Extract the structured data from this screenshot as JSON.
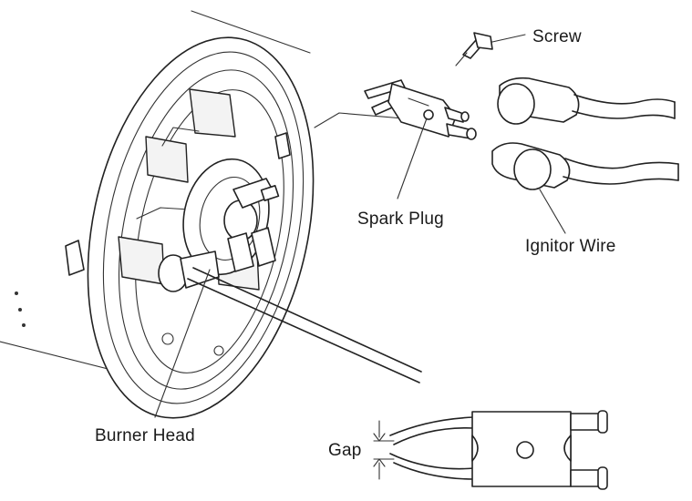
{
  "labels": {
    "screw": "Screw",
    "spark_plug": "Spark Plug",
    "ignitor_wire": "Ignitor Wire",
    "burner_head": "Burner Head",
    "gap": "Gap"
  }
}
